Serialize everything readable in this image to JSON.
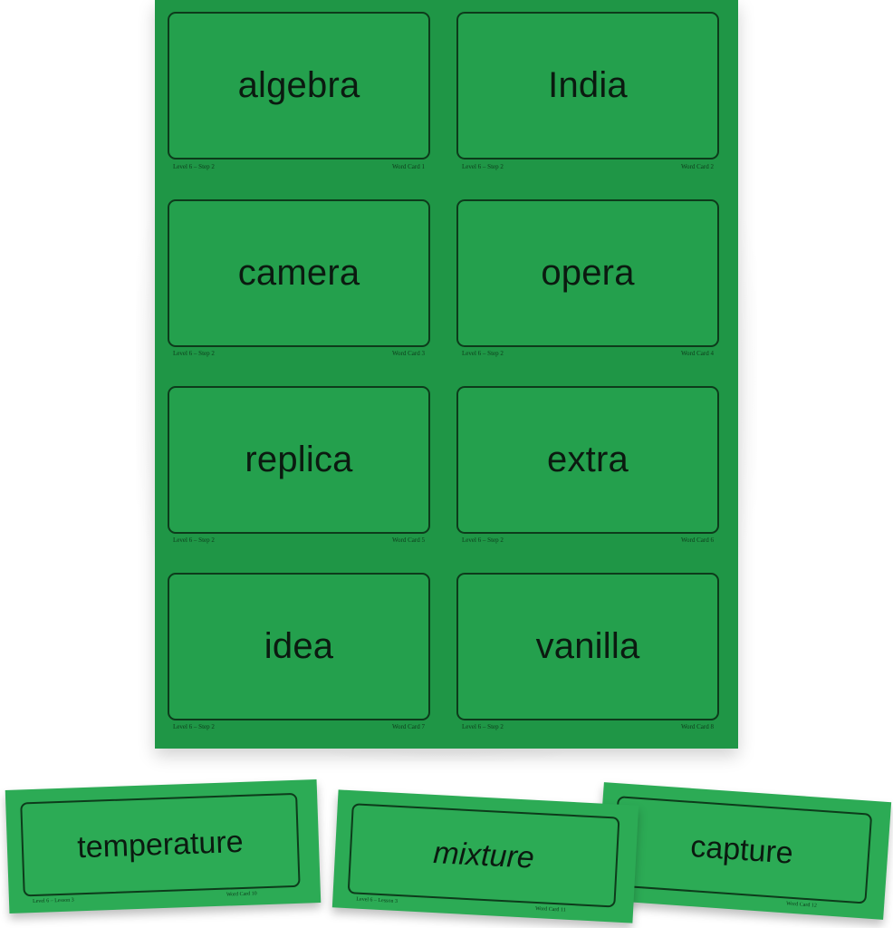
{
  "sheet": {
    "cards": [
      {
        "word": "algebra",
        "footer_left": "Level 6 – Step 2",
        "footer_right": "Word Card 1"
      },
      {
        "word": "India",
        "footer_left": "Level 6 – Step 2",
        "footer_right": "Word Card 2"
      },
      {
        "word": "camera",
        "footer_left": "Level 6 – Step 2",
        "footer_right": "Word Card 3"
      },
      {
        "word": "opera",
        "footer_left": "Level 6 – Step 2",
        "footer_right": "Word Card 4"
      },
      {
        "word": "replica",
        "footer_left": "Level 6 – Step 2",
        "footer_right": "Word Card 5"
      },
      {
        "word": "extra",
        "footer_left": "Level 6 – Step 2",
        "footer_right": "Word Card 6"
      },
      {
        "word": "idea",
        "footer_left": "Level 6 – Step 2",
        "footer_right": "Word Card 7"
      },
      {
        "word": "vanilla",
        "footer_left": "Level 6 – Step 2",
        "footer_right": "Word Card 8"
      }
    ]
  },
  "loose_cards": [
    {
      "word": "temperature",
      "footer_left": "Level 6 – Lesson 3",
      "footer_right": "Word Card 10"
    },
    {
      "word": "mixture",
      "footer_left": "Level 6 – Lesson 3",
      "footer_right": "Word Card 11"
    },
    {
      "word": "capture",
      "footer_left": "",
      "footer_right": "Word Card 12"
    }
  ],
  "colors": {
    "card_green": "#24a04d",
    "sheet_green": "#1f9646",
    "border": "#0d3b1b"
  }
}
